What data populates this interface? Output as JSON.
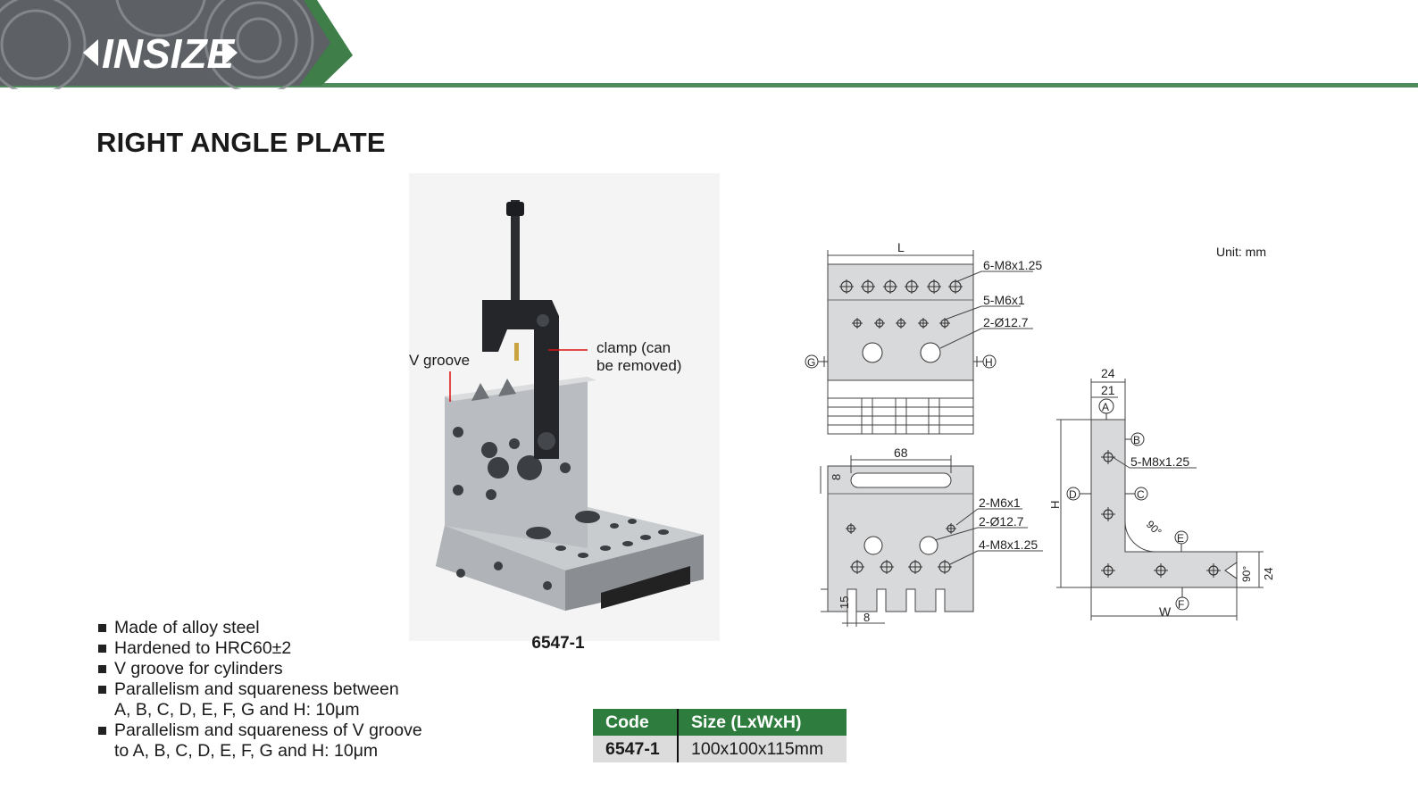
{
  "brand": {
    "logo_text": "INSIZE",
    "accent_color": "#2e7d3e"
  },
  "title": "RIGHT ANGLE PLATE",
  "photo": {
    "code": "6547-1",
    "callouts": {
      "v_groove": "V groove",
      "clamp": "clamp (can\nbe removed)"
    }
  },
  "unit": "Unit: mm",
  "drawing_labels": {
    "L": "L",
    "m8_top": "6-M8x1.25",
    "m6_top": "5-M6x1",
    "dia_top": "2-Ø12.7",
    "G": "G",
    "H_ref": "H",
    "d68": "68",
    "d8a": "8",
    "m6_front": "2-M6x1",
    "dia_front": "2-Ø12.7",
    "m8_front": "4-M8x1.25",
    "d15": "15",
    "d8b": "8",
    "d24_top": "24",
    "d21": "21",
    "A": "A",
    "B": "B",
    "m8_side": "5-M8x1.25",
    "C": "C",
    "D": "D",
    "E": "E",
    "F": "F",
    "H_dim": "H",
    "ang1": "90°",
    "ang2": "90°",
    "d24_right": "24",
    "W": "W"
  },
  "features": [
    "Made of alloy steel",
    "Hardened to HRC60±2",
    "V groove for cylinders",
    "Parallelism and squareness between\nA, B, C, D, E, F, G and H: 10μm",
    "Parallelism and squareness of V groove\nto A, B, C, D, E, F, G and H: 10μm"
  ],
  "spec_table": {
    "headers": [
      "Code",
      "Size (LxWxH)"
    ],
    "rows": [
      [
        "6547-1",
        "100x100x115mm"
      ]
    ]
  }
}
